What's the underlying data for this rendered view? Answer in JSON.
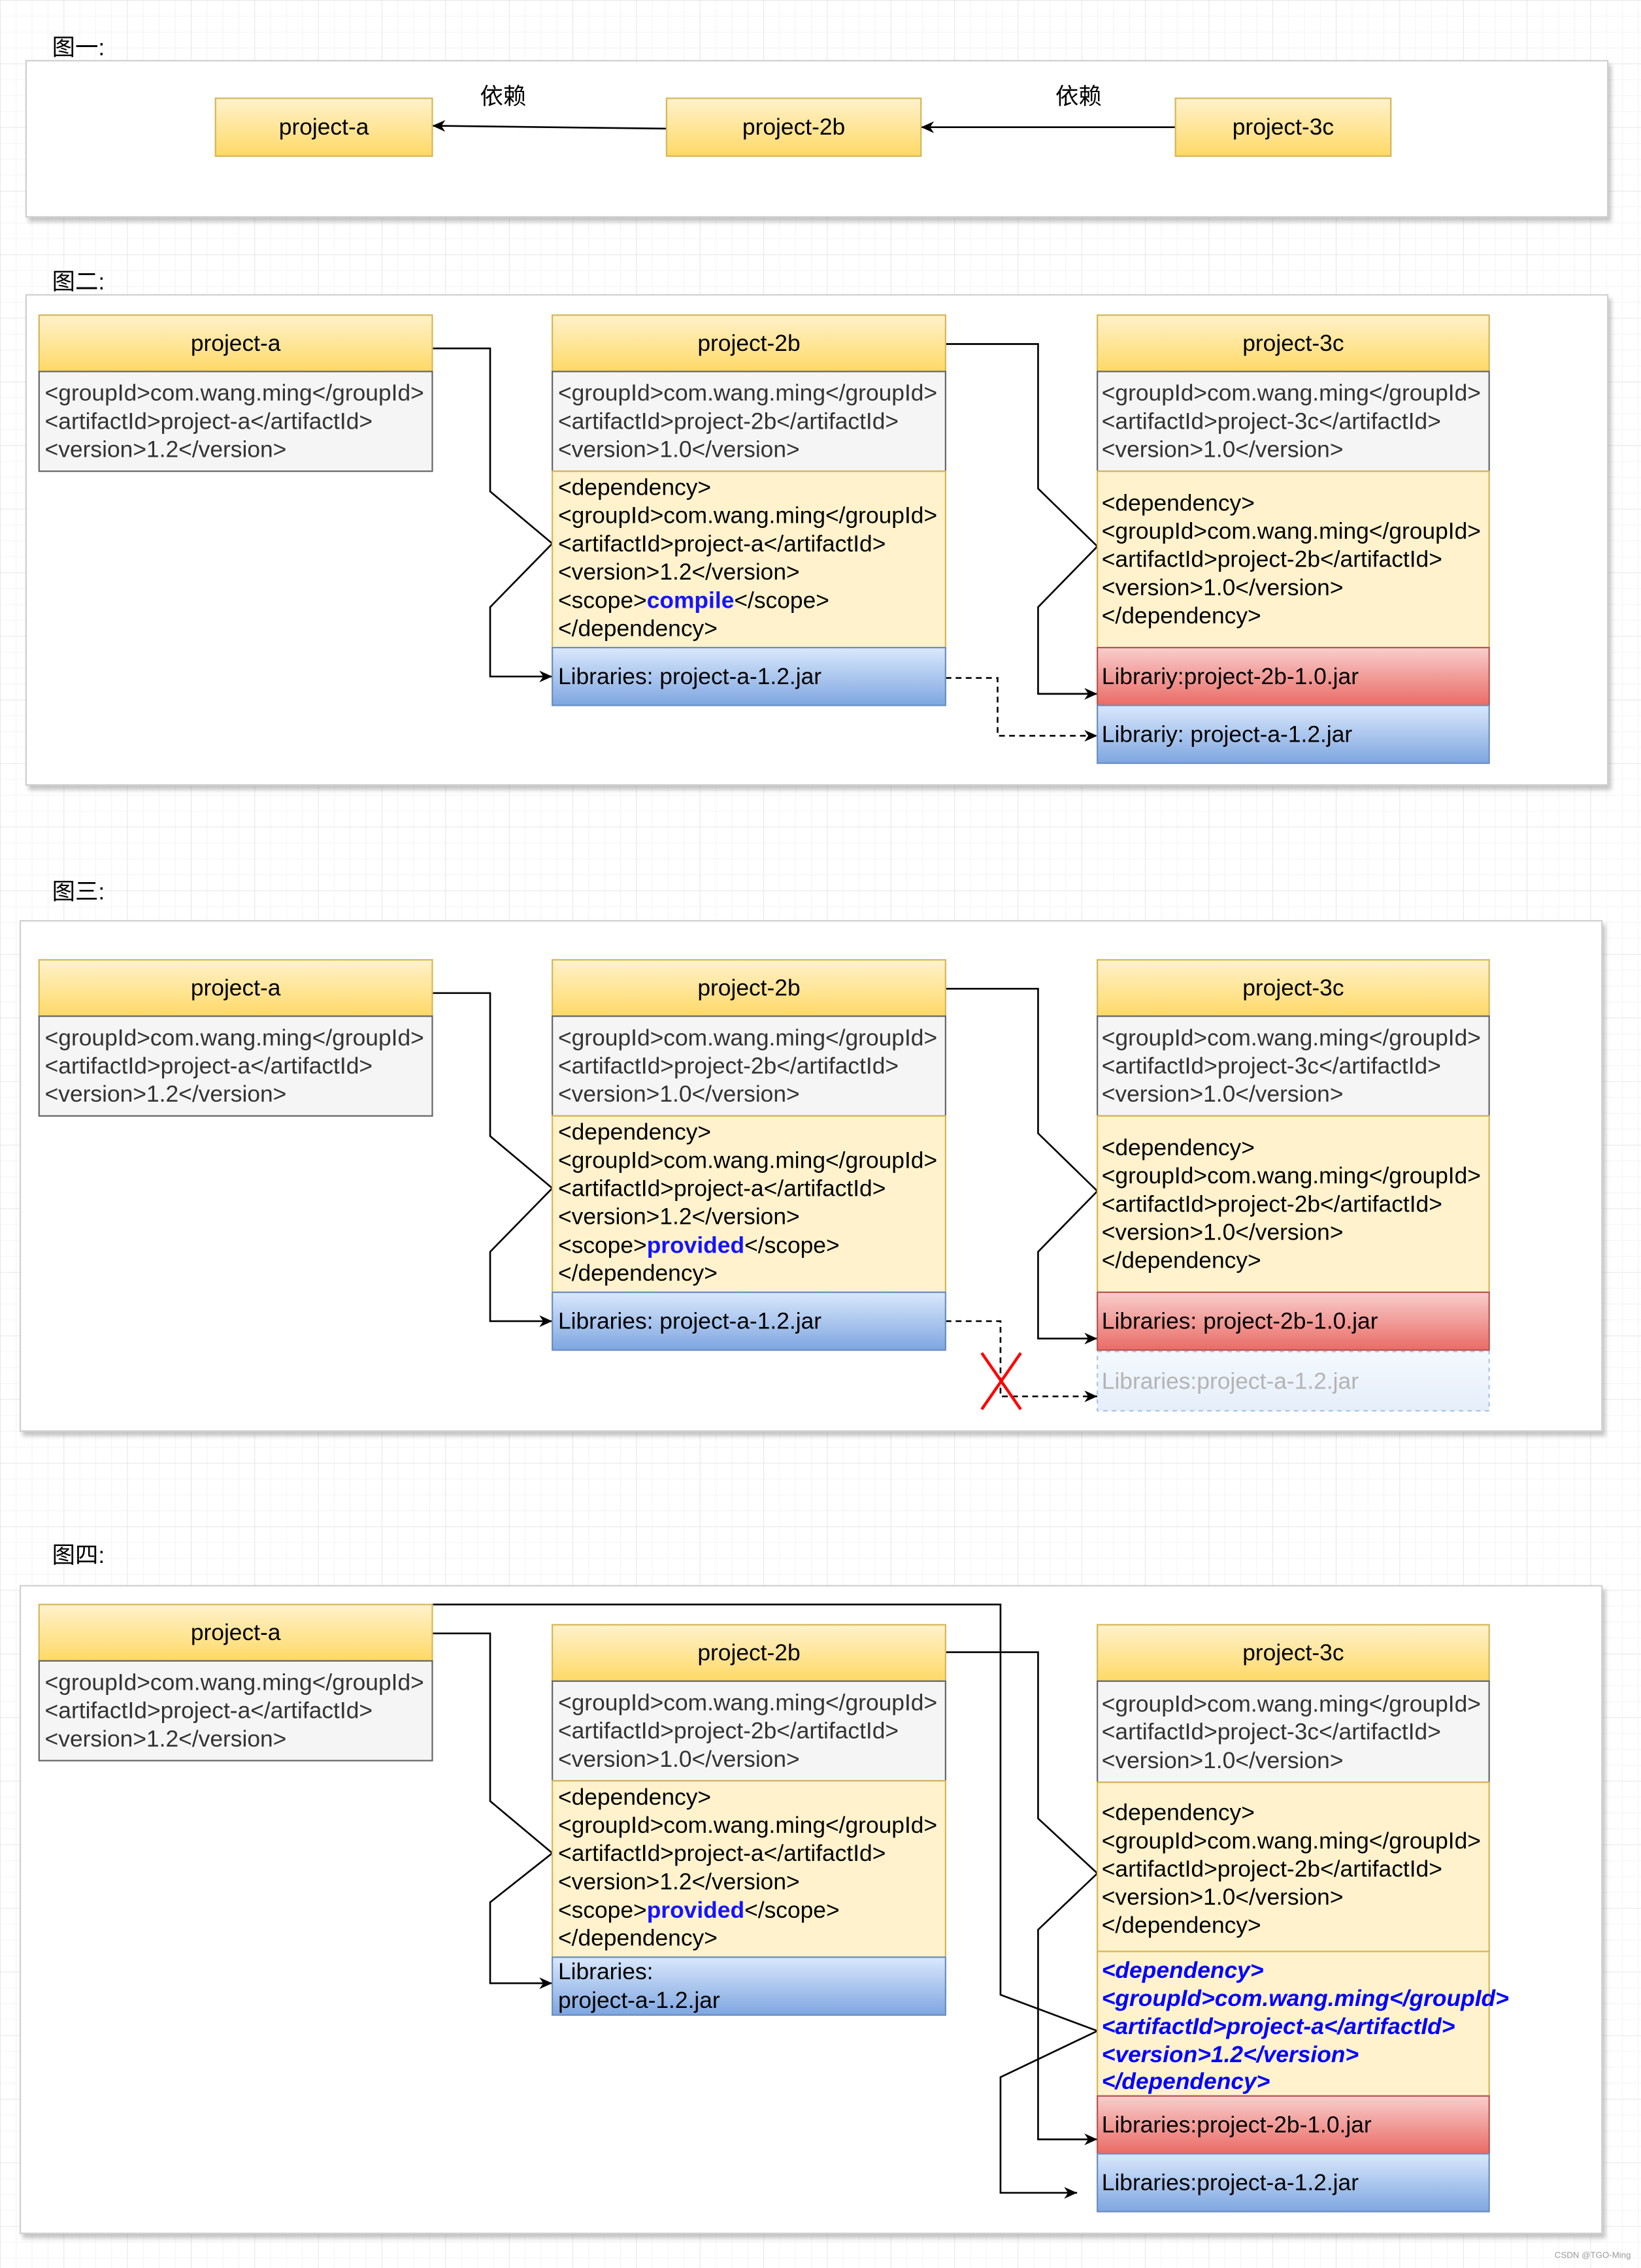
{
  "colors": {
    "scope_highlight": "#1414ff",
    "added_dependency": "#0000ff",
    "excluded_mark": "#ff0000",
    "header_fill": "#ffd966",
    "library_blue": "#7ea6e0",
    "library_red": "#ea6b66"
  },
  "fig1": {
    "label": "图一:",
    "nodes": {
      "a": "project-a",
      "b": "project-2b",
      "c": "project-3c"
    },
    "edge_b_a": "依赖",
    "edge_c_b": "依赖"
  },
  "fig2": {
    "label": "图二:",
    "a": {
      "title": "project-a",
      "info": [
        "<groupId>com.wang.ming</groupId>",
        "<artifactId>project-a</artifactId>",
        "<version>1.2</version>"
      ]
    },
    "b": {
      "title": "project-2b",
      "info": [
        "<groupId>com.wang.ming</groupId>",
        "<artifactId>project-2b</artifactId>",
        "<version>1.0</version>"
      ],
      "dependency": [
        "<dependency>",
        "<groupId>com.wang.ming</groupId>",
        "<artifactId>project-a</artifactId>",
        "<version>1.2</version>"
      ],
      "scope": {
        "open": "<scope>",
        "value": "compile",
        "close": "</scope>"
      },
      "dependency_end": "</dependency>",
      "library": "Libraries: project-a-1.2.jar"
    },
    "c": {
      "title": "project-3c",
      "info": [
        "<groupId>com.wang.ming</groupId>",
        "<artifactId>project-3c</artifactId>",
        "<version>1.0</version>"
      ],
      "dependency": [
        "<dependency>",
        "<groupId>com.wang.ming</groupId>",
        "<artifactId>project-2b</artifactId>",
        "<version>1.0</version>",
        "</dependency>"
      ],
      "libraries": [
        "Librariy:project-2b-1.0.jar",
        "Librariy: project-a-1.2.jar"
      ]
    }
  },
  "fig3": {
    "label": "图三:",
    "a": {
      "title": "project-a",
      "info": [
        "<groupId>com.wang.ming</groupId>",
        "<artifactId>project-a</artifactId>",
        "<version>1.2</version>"
      ]
    },
    "b": {
      "title": "project-2b",
      "info": [
        "<groupId>com.wang.ming</groupId>",
        "<artifactId>project-2b</artifactId>",
        "<version>1.0</version>"
      ],
      "dependency": [
        "<dependency>",
        "<groupId>com.wang.ming</groupId>",
        "<artifactId>project-a</artifactId>",
        "<version>1.2</version>"
      ],
      "scope": {
        "open": "<scope>",
        "value": "provided",
        "close": "</scope>"
      },
      "dependency_end": "</dependency>",
      "library": "Libraries: project-a-1.2.jar"
    },
    "c": {
      "title": "project-3c",
      "info": [
        "<groupId>com.wang.ming</groupId>",
        "<artifactId>project-3c</artifactId>",
        "<version>1.0</version>"
      ],
      "dependency": [
        "<dependency>",
        "<groupId>com.wang.ming</groupId>",
        "<artifactId>project-2b</artifactId>",
        "<version>1.0</version>",
        "</dependency>"
      ],
      "libraries": [
        "Libraries: project-2b-1.0.jar"
      ],
      "excluded_library": "Libraries:project-a-1.2.jar"
    }
  },
  "fig4": {
    "label": "图四:",
    "a": {
      "title": "project-a",
      "info": [
        "<groupId>com.wang.ming</groupId>",
        "<artifactId>project-a</artifactId>",
        "<version>1.2</version>"
      ]
    },
    "b": {
      "title": "project-2b",
      "info": [
        "<groupId>com.wang.ming</groupId>",
        "<artifactId>project-2b</artifactId>",
        "<version>1.0</version>"
      ],
      "dependency": [
        "<dependency>",
        "<groupId>com.wang.ming</groupId>",
        "<artifactId>project-a</artifactId>",
        "<version>1.2</version>"
      ],
      "scope": {
        "open": "<scope>",
        "value": "provided",
        "close": "</scope>"
      },
      "dependency_end": "</dependency>",
      "library_lines": [
        "Libraries:",
        "project-a-1.2.jar"
      ]
    },
    "c": {
      "title": "project-3c",
      "info": [
        "<groupId>com.wang.ming</groupId>",
        "<artifactId>project-3c</artifactId>",
        "<version>1.0</version>"
      ],
      "dependency": [
        "<dependency>",
        "<groupId>com.wang.ming</groupId>",
        "<artifactId>project-2b</artifactId>",
        "<version>1.0</version>",
        "</dependency>"
      ],
      "added_dependency": [
        "<dependency>",
        "<groupId>com.wang.ming</groupId>",
        "<artifactId>project-a</artifactId>",
        "<version>1.2</version>",
        "</dependency>"
      ],
      "libraries": [
        "Libraries:project-2b-1.0.jar",
        "Libraries:project-a-1.2.jar"
      ]
    }
  },
  "watermark": "CSDN @TGO-Ming"
}
